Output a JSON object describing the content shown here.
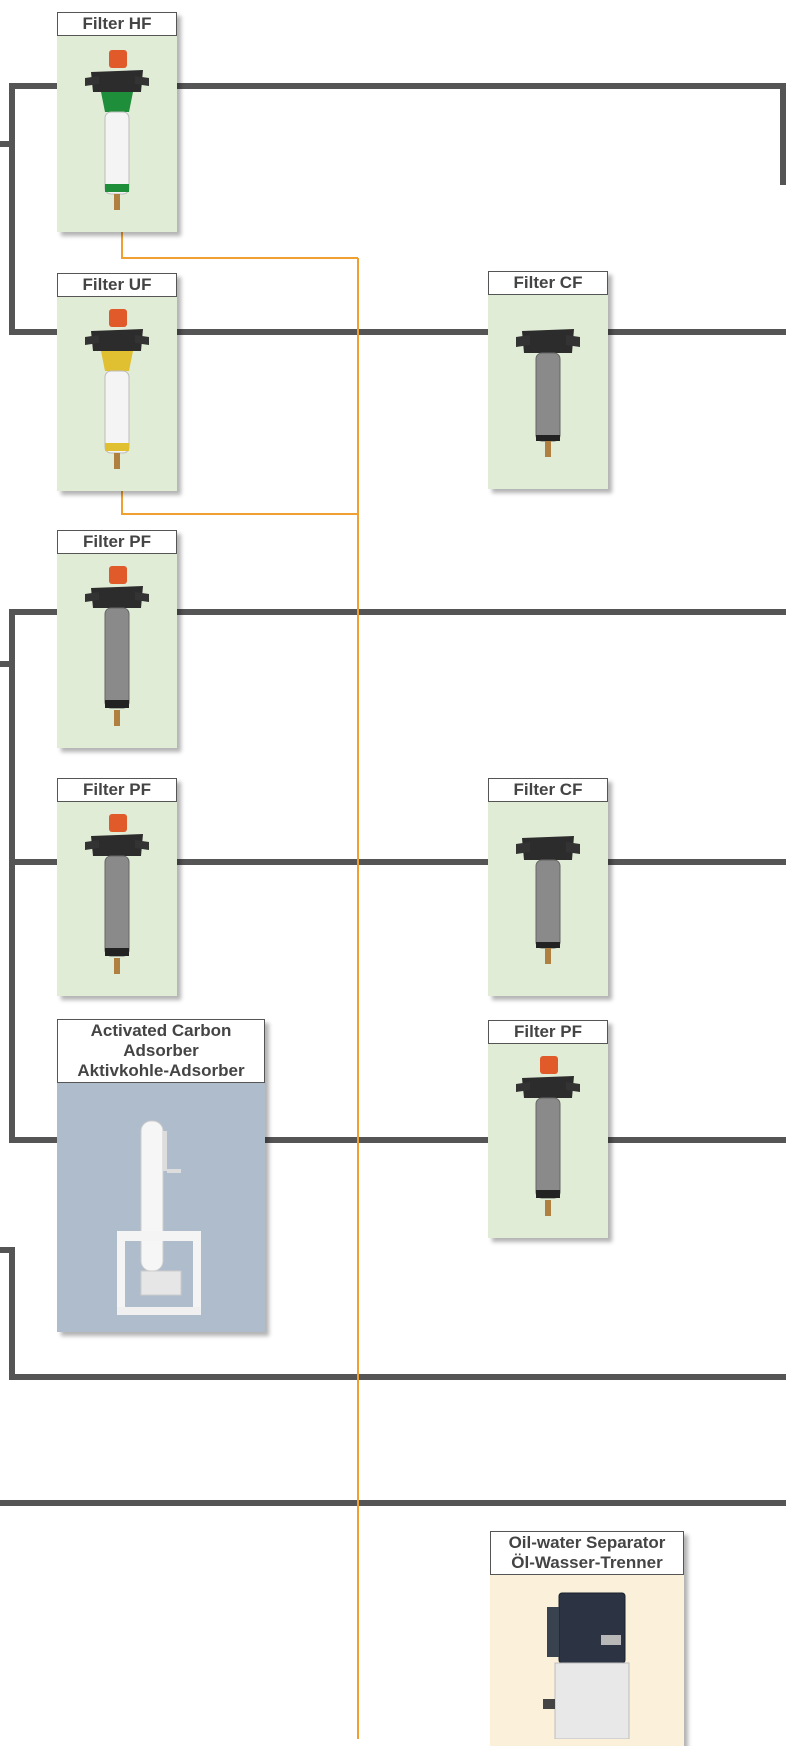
{
  "components": {
    "filter_hf": {
      "label": "Filter HF"
    },
    "filter_uf": {
      "label": "Filter UF"
    },
    "filter_cf_1": {
      "label": "Filter CF"
    },
    "filter_pf_1": {
      "label": "Filter PF"
    },
    "filter_pf_2": {
      "label": "Filter PF"
    },
    "filter_cf_2": {
      "label": "Filter CF"
    },
    "filter_pf_3": {
      "label": "Filter PF"
    },
    "adsorber": {
      "line1": "Activated Carbon",
      "line2": "Adsorber",
      "line3": "Aktivkohle-Adsorber"
    },
    "separator": {
      "line1": "Oil-water Separator",
      "line2": "Öl-Wasser-Trenner"
    }
  },
  "colors": {
    "pipe": "#555555",
    "condensate_line": "#f0a030",
    "filter_card": "#e1ecd6",
    "adsorber_card": "#aebccb",
    "separator_card": "#fbf0da"
  },
  "icons": [
    "filter-icon",
    "adsorber-icon",
    "separator-icon"
  ]
}
